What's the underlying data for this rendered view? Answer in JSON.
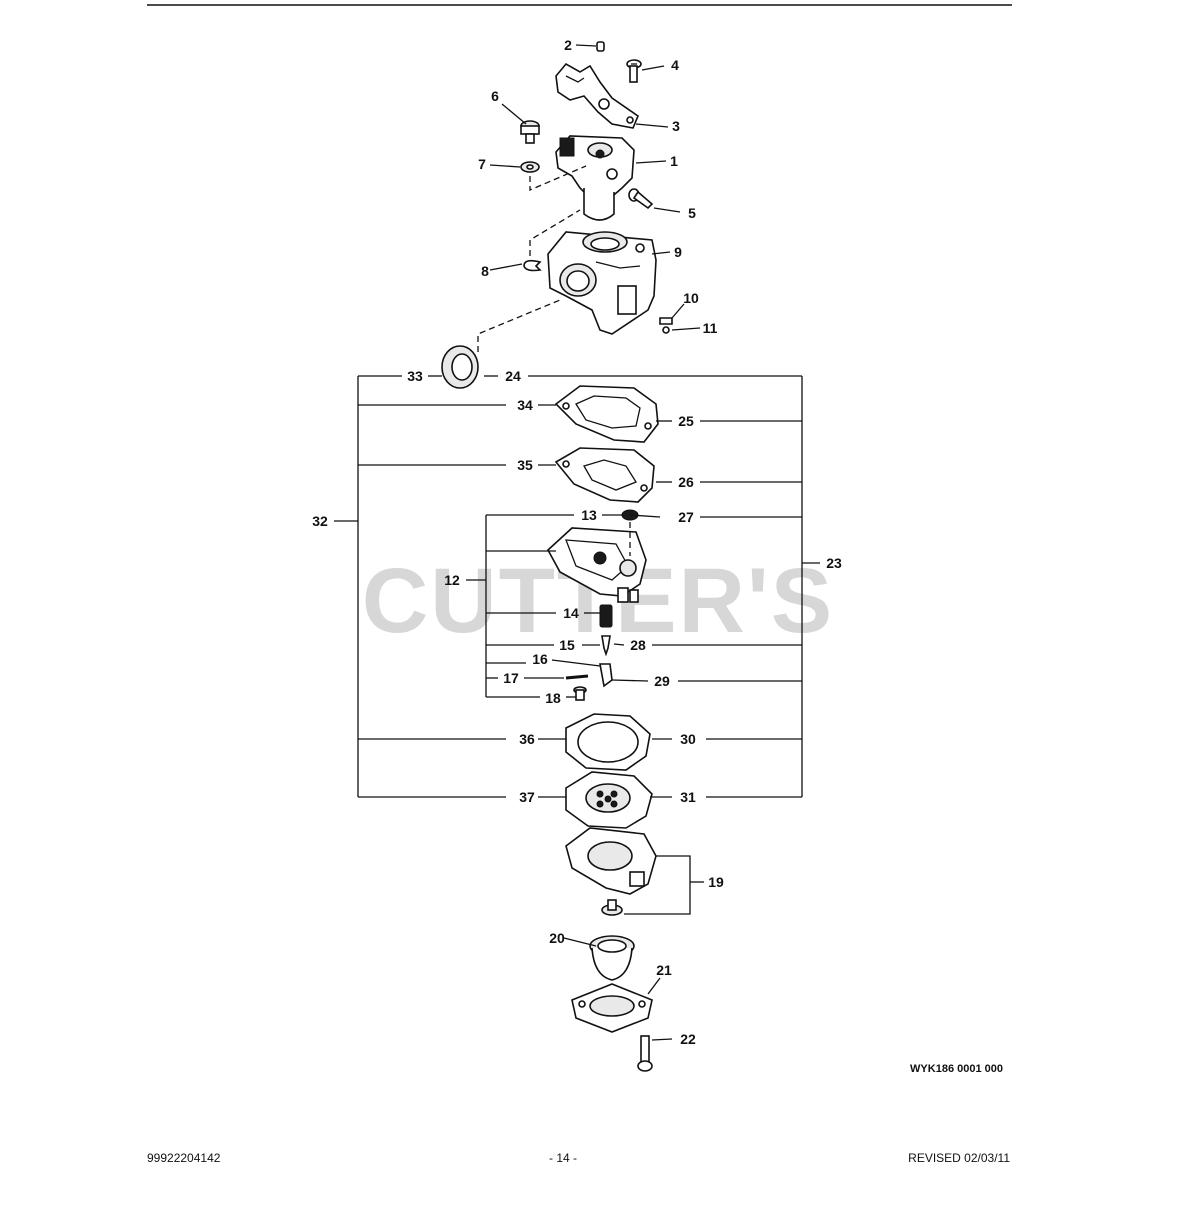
{
  "watermark": "CUTTER'S",
  "drawing_ref": "WYK186 0001 000",
  "footer": {
    "left": "99922204142",
    "center": "- 14 -",
    "right": "REVISED 02/03/11"
  },
  "callouts": {
    "c1": "1",
    "c2": "2",
    "c3": "3",
    "c4": "4",
    "c5": "5",
    "c6": "6",
    "c7": "7",
    "c8": "8",
    "c9": "9",
    "c10": "10",
    "c11": "11",
    "c12": "12",
    "c13": "13",
    "c14": "14",
    "c15": "15",
    "c16": "16",
    "c17": "17",
    "c18": "18",
    "c19": "19",
    "c20": "20",
    "c21": "21",
    "c22": "22",
    "c23": "23",
    "c24": "24",
    "c25": "25",
    "c26": "26",
    "c27": "27",
    "c28": "28",
    "c29": "29",
    "c30": "30",
    "c31": "31",
    "c32": "32",
    "c33": "33",
    "c34": "34",
    "c35": "35",
    "c36": "36",
    "c37": "37"
  }
}
